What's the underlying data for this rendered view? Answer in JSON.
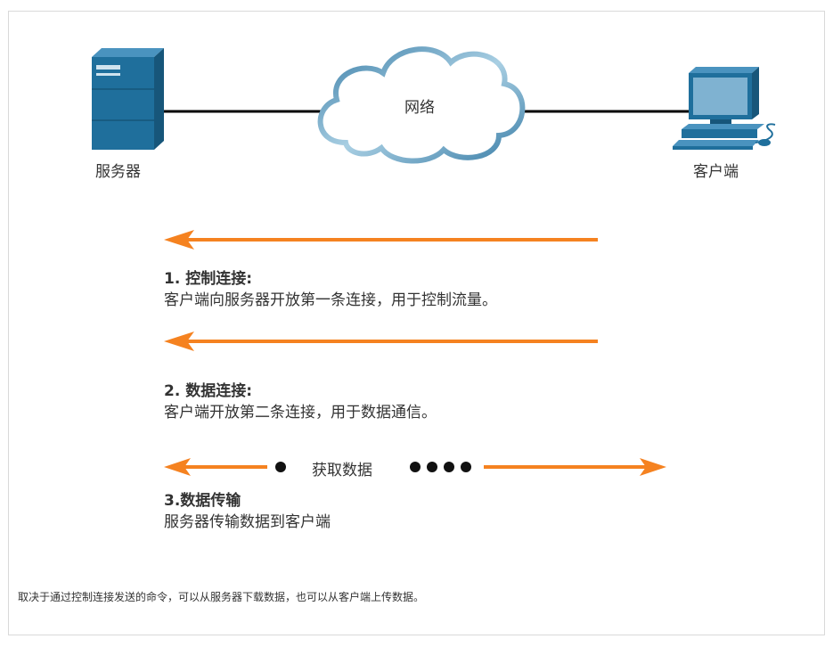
{
  "nodes": {
    "server_label": "服务器",
    "network_label": "网络",
    "client_label": "客户端"
  },
  "steps": [
    {
      "title": "1. 控制连接:",
      "description": "客户端向服务器开放第一条连接，用于控制流量。"
    },
    {
      "title": "2. 数据连接:",
      "description": "客户端开放第二条连接，用于数据通信。"
    },
    {
      "title": "3.数据传输",
      "description": "服务器传输数据到客户端"
    }
  ],
  "transfer_label": "获取数据",
  "caption": "取决于通过控制连接发送的命令，可以从服务器下载数据，也可以从客户端上传数据。",
  "colors": {
    "arrow": "#f58220",
    "server": "#1f6f9c",
    "cloud_stroke": "#5b97b9",
    "line": "#000000",
    "text": "#333333",
    "border": "#d9d9d9"
  }
}
